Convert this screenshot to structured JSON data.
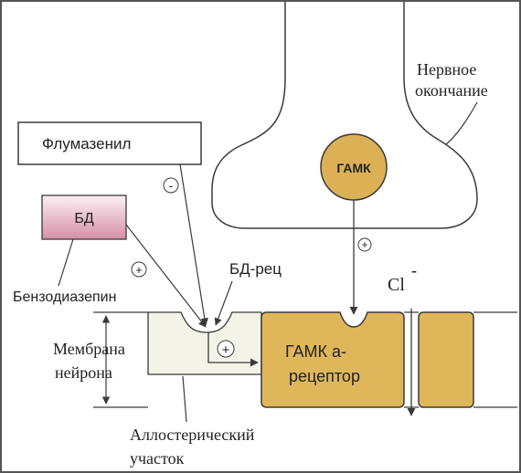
{
  "labels": {
    "nerve_ending_line1": "Нервное",
    "nerve_ending_line2": "окончание",
    "gaba": "ГАМК",
    "flumazenil": "Флумазенил",
    "bd": "БД",
    "benzodiazepine": "Бензодиазепин",
    "bd_receptor": "БД-рец",
    "membrane_line1": "Мембрана",
    "membrane_line2": "нейрона",
    "gaba_receptor_line1": "ГАМК а-",
    "gaba_receptor_line2": "рецептор",
    "allosteric_line1": "Аллостерический",
    "allosteric_line2": "участок",
    "chloride": "Cl",
    "chloride_charge": "-"
  },
  "signs": {
    "flumazenil_effect": "-",
    "bd_effect": "+",
    "gaba_effect": "+",
    "allosteric_effect": "+"
  },
  "colors": {
    "gaba_fill": "#dcb155",
    "receptor_fill": "#dfb75a",
    "allosteric_fill": "#f4f3e8",
    "bd_fill_top": "#fbe7ee",
    "bd_fill_bottom": "#d99aae",
    "line": "#3a3a3a"
  }
}
